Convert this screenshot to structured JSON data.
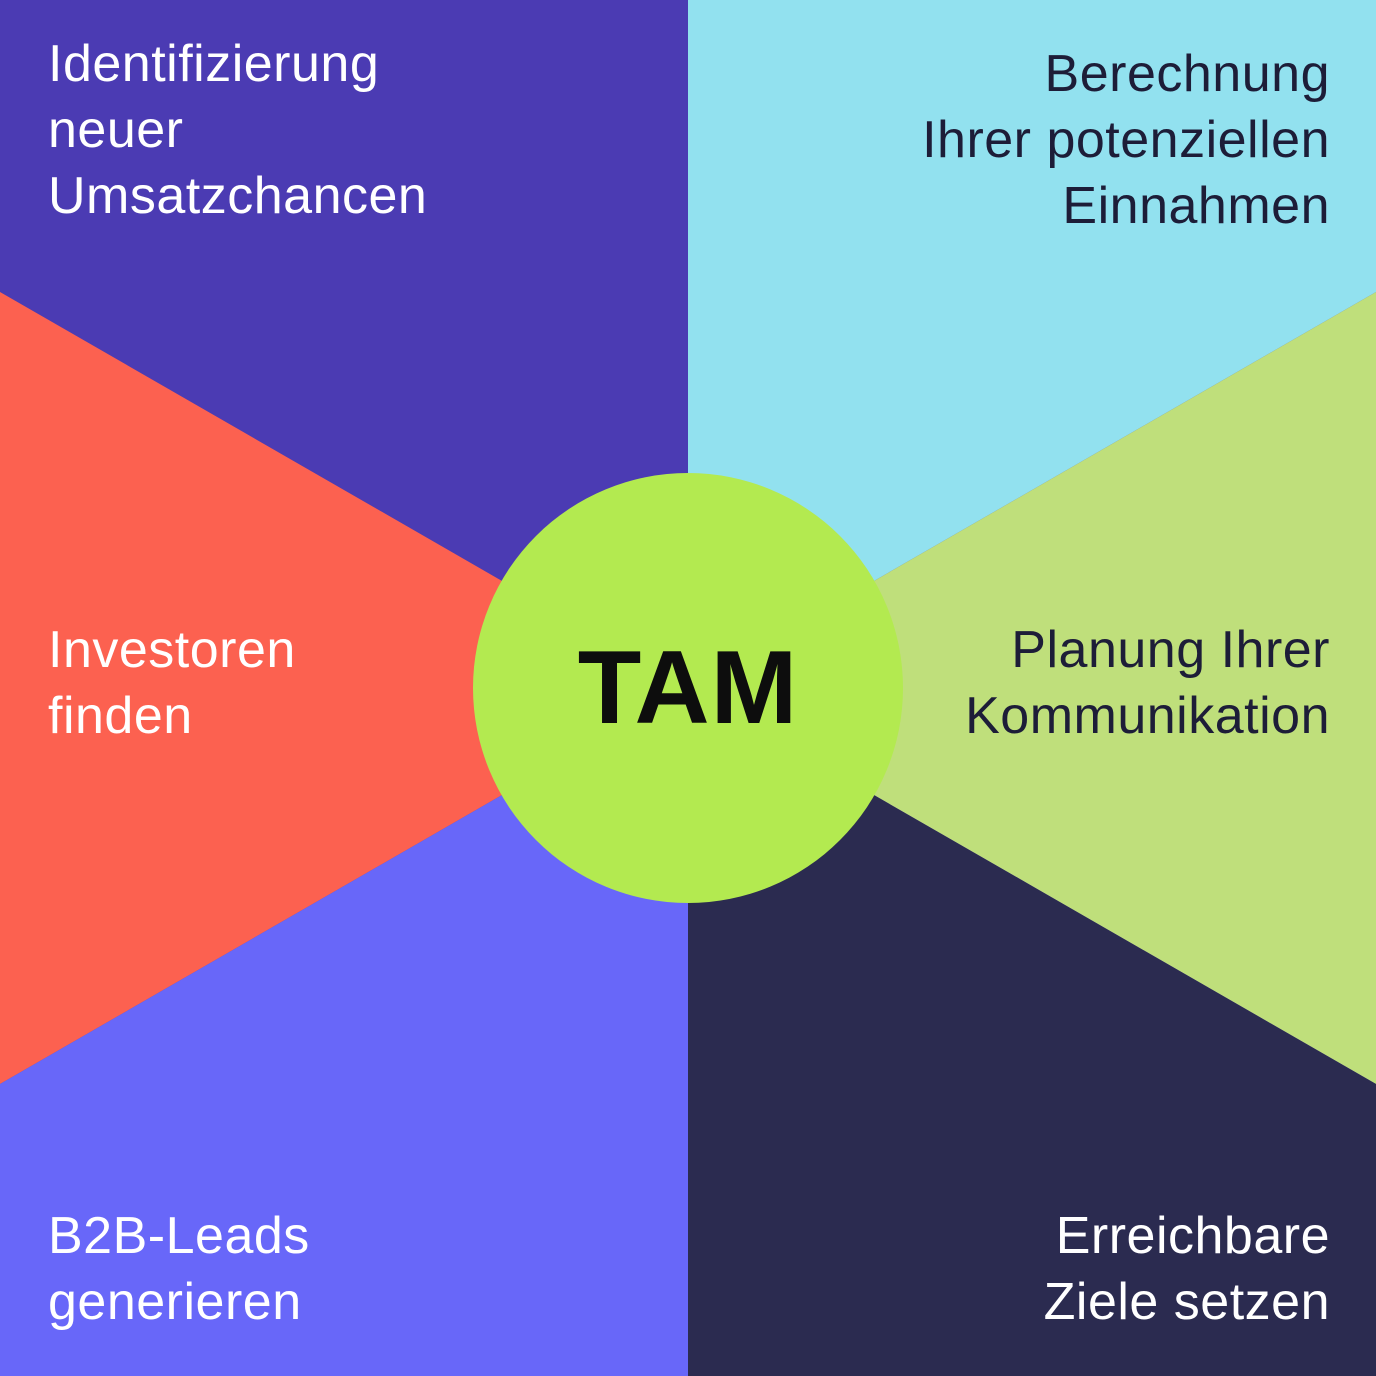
{
  "center": {
    "label": "TAM",
    "bg": "#B3EA50",
    "text_color": "#0D0D0D"
  },
  "sections": [
    {
      "position": "top-left",
      "label": "Identifizierung\nneuer\nUmsatzchancen",
      "bg": "#4B3BB3",
      "text_color": "#FFFFFF"
    },
    {
      "position": "top-right",
      "label": "Berechnung\nIhrer potenziellen\nEinnahmen",
      "bg": "#92E1EF",
      "text_color": "#1D1D38"
    },
    {
      "position": "middle-left",
      "label": "Investoren\nfinden",
      "bg": "#FC6150",
      "text_color": "#FFFFFF"
    },
    {
      "position": "middle-right",
      "label": "Planung Ihrer\nKommunikation",
      "bg": "#BFDF7B",
      "text_color": "#1D1D38"
    },
    {
      "position": "bottom-left",
      "label": "B2B-Leads\ngenerieren",
      "bg": "#6867F9",
      "text_color": "#FFFFFF"
    },
    {
      "position": "bottom-right",
      "label": "Erreichbare\nZiele setzen",
      "bg": "#2B2B50",
      "text_color": "#FFFFFF"
    }
  ]
}
